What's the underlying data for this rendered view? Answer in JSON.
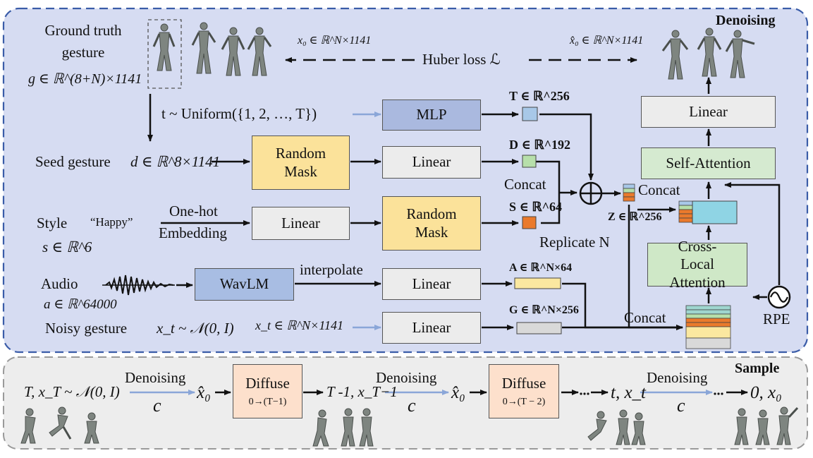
{
  "colors": {
    "denoising_panel_bg": "#d6dcf2",
    "denoising_panel_border": "#3a5ca8",
    "sample_panel_bg": "#ededed",
    "mlp_box": "#aab9df",
    "wavlm_box": "#a8bde3",
    "linear_box": "#ececec",
    "random_mask_box": "#fbe29a",
    "self_attention_box": "#d5ead0",
    "cross_attention_box": "#cfe8c7",
    "diffuse_box": "#fde0cc",
    "query_arrow": "#8aa6d8",
    "T_feature": "#a8c8e8",
    "D_feature": "#b7dfaa",
    "S_feature": "#ea7a2c",
    "A_feature": "#fbe8a0",
    "G_feature": "#d9d9d9"
  },
  "denoising": {
    "title": "Denoising",
    "ground_truth": {
      "line1": "Ground truth",
      "line2": "gesture",
      "math": "g ∈ ℝ^(8+N)×1141"
    },
    "huber": {
      "left": "x₀ ∈ ℝ^N×1141",
      "center": "Huber loss ℒ",
      "right": "x̂₀ ∈ ℝ^N×1141"
    },
    "timestep": {
      "expr": "t ~ Uniform({1, 2, …, T})",
      "mlp": "MLP",
      "feature": "T ∈ ℝ^256"
    },
    "seed": {
      "label": "Seed gesture",
      "math": "d ∈ ℝ^8×1141",
      "mask": "Random Mask",
      "linear": "Linear",
      "feature": "D ∈ ℝ^192"
    },
    "concat_label": "Concat",
    "style": {
      "label": "Style",
      "quote": "“Happy”",
      "math": "s ∈ ℝ^6",
      "onehot1": "One-hot",
      "onehot2": "Embedding",
      "linear": "Linear",
      "mask": "Random Mask",
      "feature": "S ∈ ℝ^64"
    },
    "z_feature": "Z ∈ ℝ^256",
    "concat2": "Concat",
    "replicate": "Replicate N",
    "audio": {
      "label": "Audio",
      "math": "a ∈ ℝ^64000",
      "wavlm": "WavLM",
      "interp": "interpolate",
      "linear": "Linear",
      "feature": "A ∈ ℝ^N×64"
    },
    "noisy": {
      "label": "Noisy gesture",
      "dist": "x_t ~ 𝒩(0, I)",
      "math": "x_t ∈ ℝ^N×1141",
      "linear": "Linear",
      "feature": "G ∈ ℝ^N×256"
    },
    "concat3": "Concat",
    "linear_top": "Linear",
    "self_attention": "Self-Attention",
    "cross_attention": "Cross-Local Attention",
    "rpe": "RPE"
  },
  "sample": {
    "title": "Sample",
    "start": "T, x_T ~ 𝒩(0, I)",
    "denoising": "Denoising",
    "c": "c",
    "x0hat": "x̂₀",
    "diffuse1": {
      "title": "Diffuse",
      "sub": "0→(T−1)"
    },
    "mid": "T -1, x_T−1",
    "diffuse2": {
      "title": "Diffuse",
      "sub": "0→(T − 2)"
    },
    "tx": "t, x_t",
    "end": "0, x₀"
  }
}
